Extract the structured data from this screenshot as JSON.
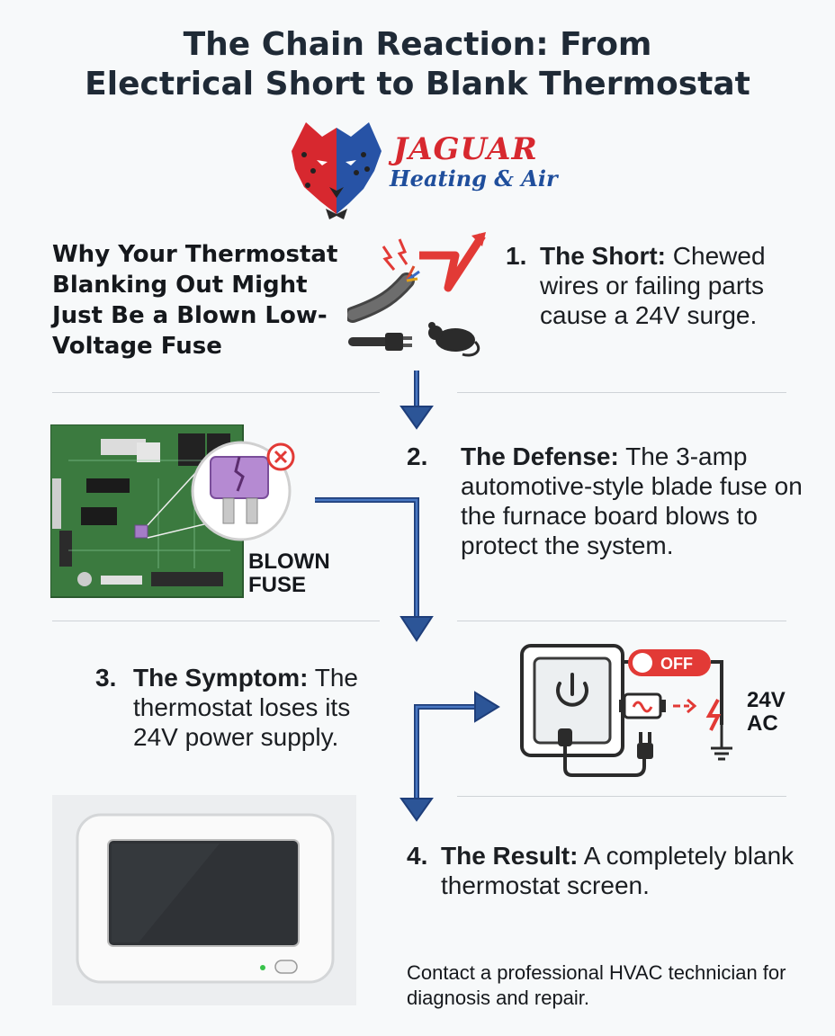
{
  "title_line1": "The Chain Reaction: From",
  "title_line2": "Electrical Short to Blank Thermostat",
  "logo": {
    "brand": "JAGUAR",
    "tagline": "Heating & Air"
  },
  "subtitle": "Why Your Thermostat Blanking Out Might Just Be a Blown Low-Voltage Fuse",
  "steps": [
    {
      "num": "1.",
      "head": "The Short:",
      "text": " Chewed wires or failing parts cause a 24V surge."
    },
    {
      "num": "2.",
      "head": "The Defense:",
      "text": " The 3-amp automotive-style blade fuse on the furnace board blows to protect the system."
    },
    {
      "num": "3.",
      "head": "The Symptom:",
      "text": " The thermostat loses its 24V power supply."
    },
    {
      "num": "4.",
      "head": "The Result:",
      "text": " A completely blank thermostat screen."
    }
  ],
  "fuse_label_line1": "BLOWN",
  "fuse_label_line2": "FUSE",
  "switch_label": "OFF",
  "power_label_line1": "24V",
  "power_label_line2": "AC",
  "contact": "Contact a professional HVAC technician for diagnosis and repair.",
  "colors": {
    "arrow": "#2c5597",
    "red": "#e23a36",
    "brand_red": "#d7282f",
    "brand_blue": "#1f4e9c",
    "board": "#3b7a3f"
  }
}
